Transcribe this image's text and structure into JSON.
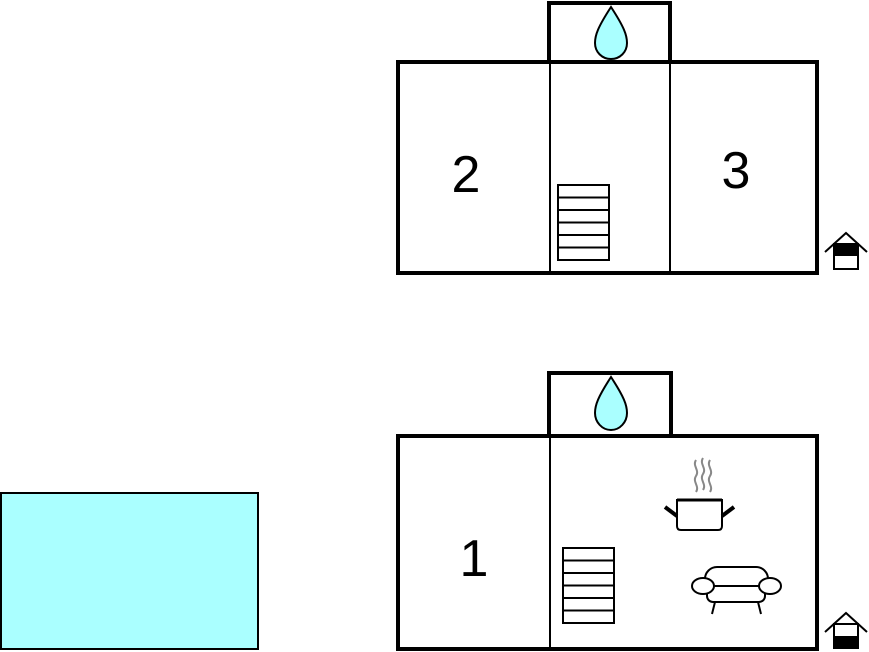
{
  "floors": [
    {
      "name": "upper-floor",
      "rooms": [
        {
          "label": "2"
        },
        {
          "label": "3"
        }
      ]
    },
    {
      "name": "ground-floor",
      "rooms": [
        {
          "label": "1"
        }
      ]
    }
  ],
  "icons": {
    "water": "water-drop-icon",
    "stairs": "stairs-icon",
    "cooking": "cooking-pot-icon",
    "sofa": "sofa-icon",
    "floor_marker": "house-floor-icon",
    "pool": "swimming-pool"
  },
  "colors": {
    "water": "#aaffff",
    "walls": "#000000"
  }
}
